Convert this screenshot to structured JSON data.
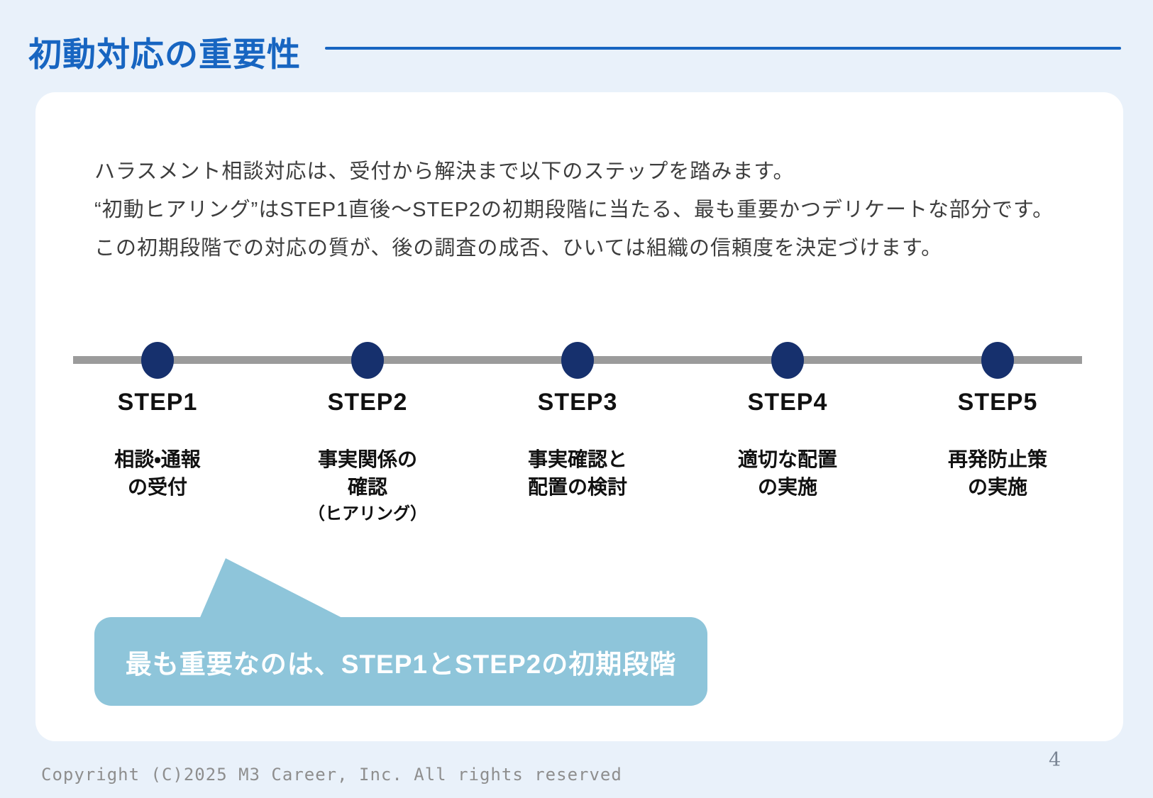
{
  "page": {
    "title": "初動対応の重要性",
    "page_number": "4",
    "footer": "Copyright (C)2025 M3 Career, Inc. All rights reserved"
  },
  "colors": {
    "background": "#E9F1FA",
    "card": "#FFFFFF",
    "accent_blue": "#1765C1",
    "dot_navy": "#16306D",
    "timeline_gray": "#9B9B9B",
    "callout_blue": "#8EC5DA",
    "body_text": "#3D3D3D"
  },
  "intro": {
    "lines": [
      "ハラスメント相談対応は、受付から解決まで以下のステップを踏みます。",
      "“初動ヒアリング”はSTEP1直後〜STEP2の初期段階に当たる、最も重要かつデリケートな部分です。",
      "この初期段階での対応の質が、後の調査の成否、ひいては組織の信頼度を決定づけます。"
    ]
  },
  "timeline": {
    "steps": [
      {
        "label": "STEP1",
        "title_lines": [
          "相談・通報",
          "の受付"
        ],
        "note": ""
      },
      {
        "label": "STEP2",
        "title_lines": [
          "事実関係の",
          "確認"
        ],
        "note": "（ヒアリング）"
      },
      {
        "label": "STEP3",
        "title_lines": [
          "事実確認と",
          "配置の検討"
        ],
        "note": ""
      },
      {
        "label": "STEP4",
        "title_lines": [
          "適切な配置",
          "の実施"
        ],
        "note": ""
      },
      {
        "label": "STEP5",
        "title_lines": [
          "再発防止策",
          "の実施"
        ],
        "note": ""
      }
    ]
  },
  "callout": {
    "text": "最も重要なのは、STEP1とSTEP2の初期段階"
  }
}
